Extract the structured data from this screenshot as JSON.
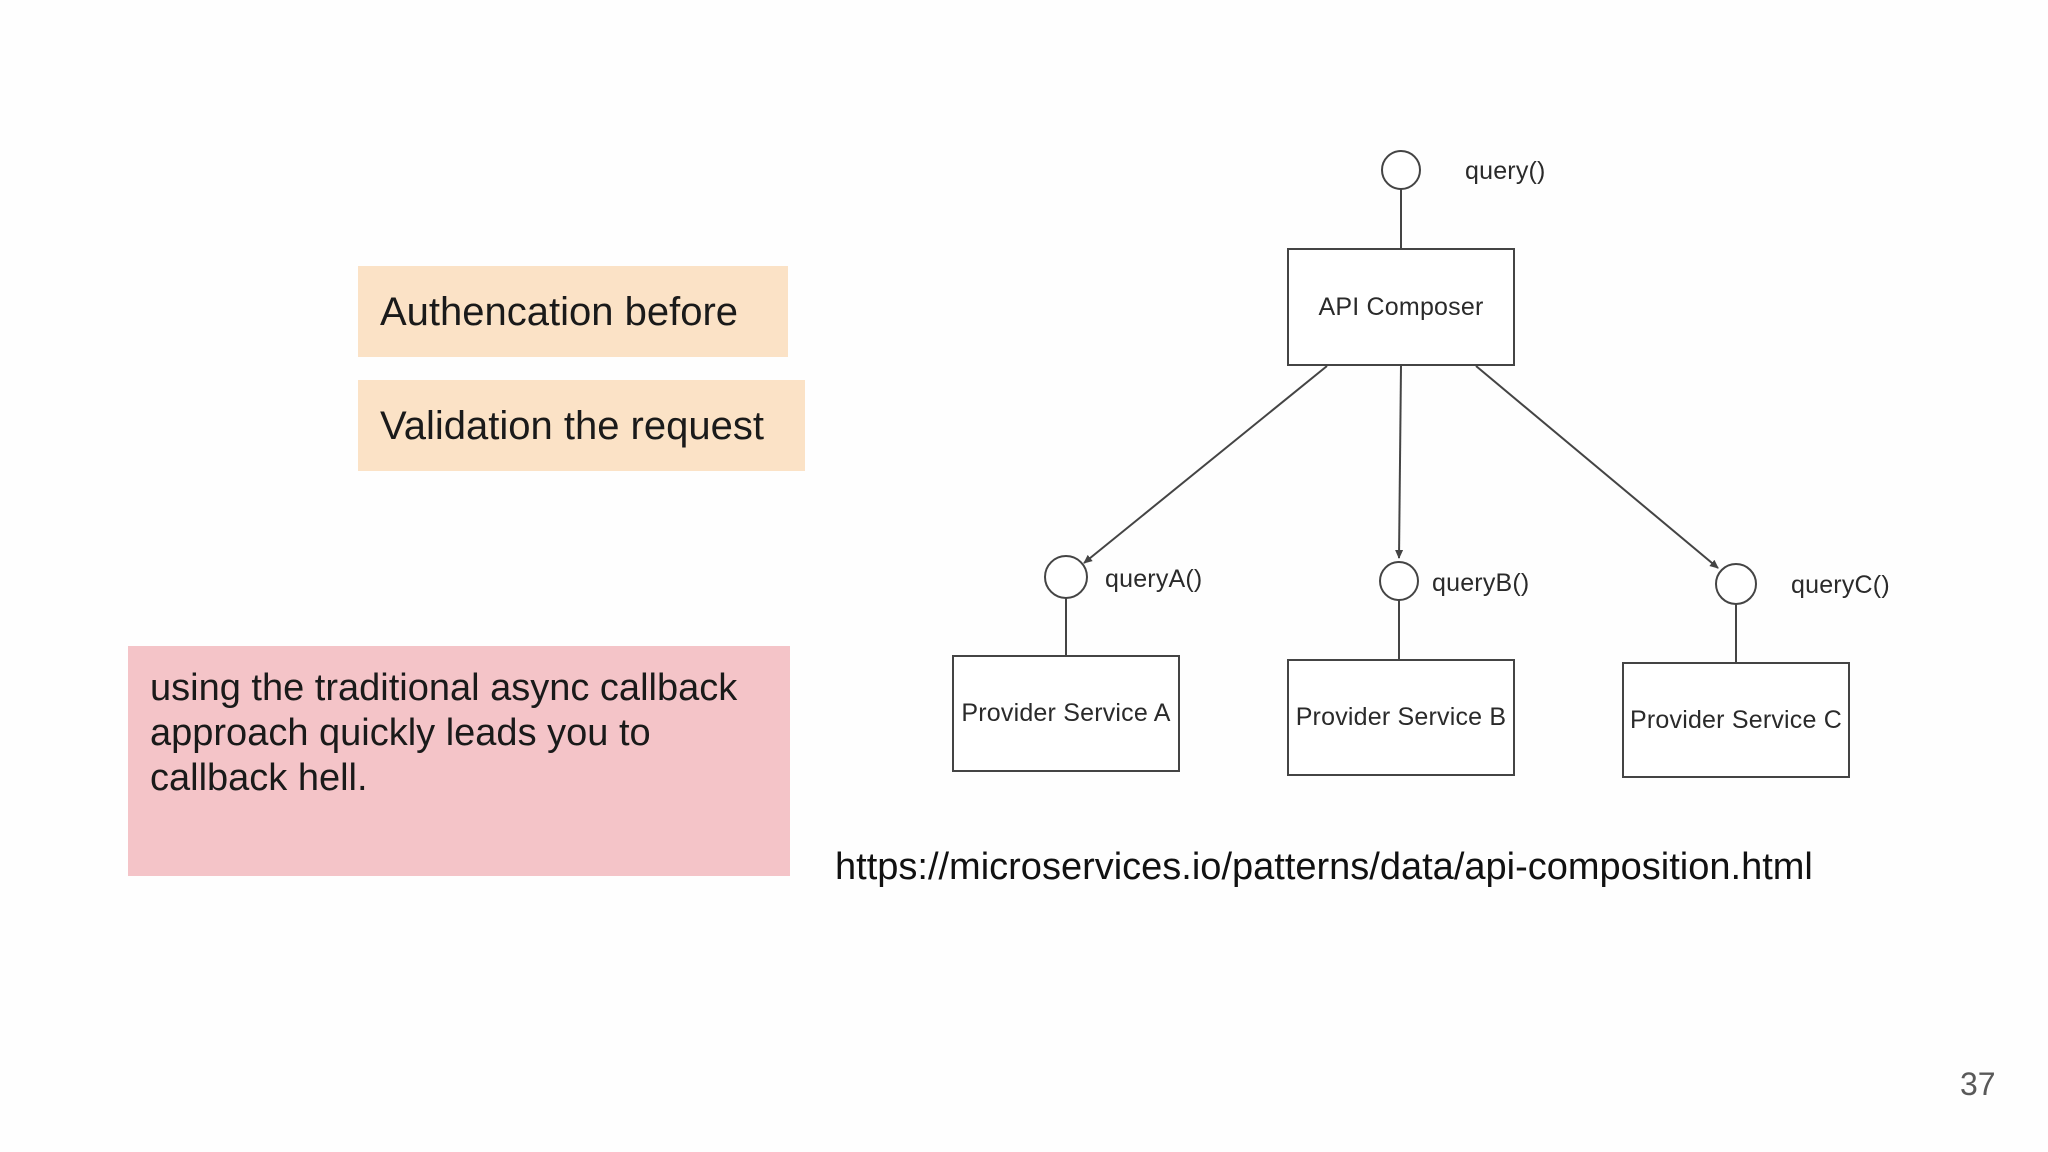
{
  "slide": {
    "page_number": "37",
    "source_url": "https://microservices.io/patterns/data/api-composition.html",
    "background_color": "#ffffff"
  },
  "notes": {
    "auth": {
      "label": "Authencation before",
      "background": "#fbe2c6"
    },
    "validation": {
      "label": "Validation the request",
      "background": "#fbe2c6"
    },
    "warning": {
      "lines": [
        "using the traditional async callback",
        "approach quickly leads you to",
        "callback hell."
      ],
      "background": "#f4c4c8"
    }
  },
  "diagram": {
    "type": "api-composition-pattern",
    "root_operation": "query()",
    "composer": "API Composer",
    "branches": [
      {
        "operation": "queryA()",
        "service": "Provider Service A"
      },
      {
        "operation": "queryB()",
        "service": "Provider Service B"
      },
      {
        "operation": "queryC()",
        "service": "Provider Service C"
      }
    ],
    "line_color": "#444444"
  }
}
